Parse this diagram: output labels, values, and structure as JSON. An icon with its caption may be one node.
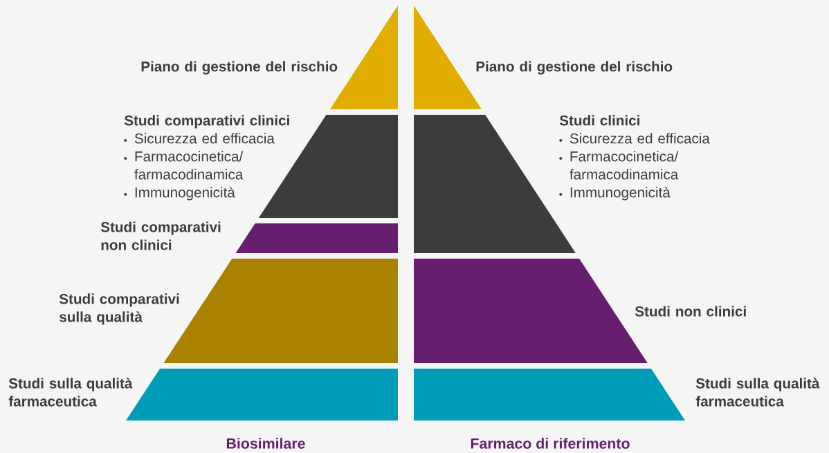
{
  "diagram": {
    "nodes": [
      {
        "text": [
          "Piano di gestione del rischio"
        ]
      },
      {
        "text": [
          "Studi comparativi clinici",
          "Sicurezza ed efficacia",
          "Farmacocinetica/ farmacodinamica",
          "Immunogenicità"
        ]
      },
      {
        "text": [
          "Studi comparativi non clinici"
        ]
      },
      {
        "text": [
          "Studi comparativi sulla qualità"
        ]
      },
      {
        "text": [
          "Studi sulla qualità farmaceutica"
        ]
      },
      {
        "text": [
          "Piano di gestione del rischio"
        ]
      },
      {
        "text": [
          "Studi clinici",
          "Sicurezza ed efficacia",
          "Farmacocinetica/ farmacodinamica",
          "Immunogenicità"
        ]
      },
      {
        "text": [
          "Studi non clinici"
        ]
      },
      {
        "text": [
          "Studi sulla qualità farmaceutica"
        ]
      }
    ],
    "labels": [
      "Biosimilare",
      "Farmaco di riferimento"
    ]
  }
}
